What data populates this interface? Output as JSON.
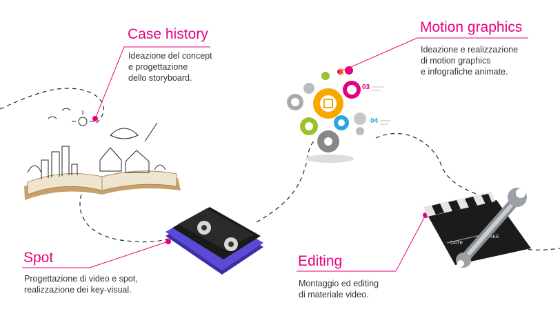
{
  "colors": {
    "accent": "#e6007e",
    "text": "#333333",
    "path": "#222222"
  },
  "services": [
    {
      "title": "Case history",
      "description": "Ideazione del concept\ne progettazione\ndello storyboard.",
      "icon": "open-book-sketch-icon"
    },
    {
      "title": "Motion graphics",
      "description": "Ideazione e realizzazione\ndi motion graphics\ne infografiche animate.",
      "icon": "gears-infographic-icon",
      "gear_numbers": [
        "02",
        "03",
        "04"
      ]
    },
    {
      "title": "Spot",
      "description": "Progettazione di video e spot,\nrealizzazione dei key-visual.",
      "icon": "video-cassette-icon"
    },
    {
      "title": "Editing",
      "description": "Montaggio ed editing\ndi materiale video.",
      "icon": "clapperboard-wrench-icon",
      "clapper_labels": [
        "DATE",
        "TAKE"
      ]
    }
  ]
}
